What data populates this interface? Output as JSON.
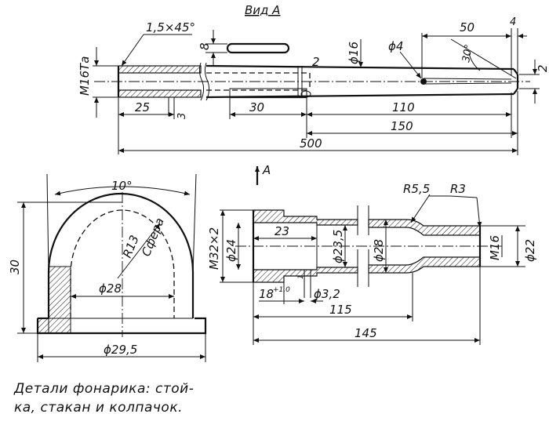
{
  "caption": "Детали фонарика: стой-ка, стакан и колпачок.",
  "caption_lines": [
    "Детали фонарика: стой-",
    "ка, стакан и колпачок."
  ],
  "stand": {
    "view_label": "Вид А",
    "chamfer": "1,5×45°",
    "thread": "М16Та",
    "slot_width": "8",
    "groove": "2",
    "diam_tube": "ϕ16",
    "diam_hole": "ϕ4",
    "dim_top_len": "50",
    "dim_top_small": "4",
    "angle": "30°",
    "dim_tip": "2",
    "dim_25": "25",
    "dim_3": "3",
    "dim_30": "30",
    "dim_110": "110",
    "dim_150": "150",
    "dim_500": "500",
    "arrow_label": "А"
  },
  "cap": {
    "angle": "10°",
    "height": "30",
    "radius": "R13",
    "sphere": "Сфера",
    "diam_inner": "ϕ28",
    "diam_outer": "ϕ29,5"
  },
  "cup": {
    "thread": "М32×2",
    "diam_24": "ϕ24",
    "dim_23": "23",
    "diam_23_5": "ϕ23,5",
    "diam_28": "ϕ28",
    "radius_5_5": "R5,5",
    "radius_3": "R3",
    "thread_m16": "М16",
    "diam_22": "ϕ22",
    "dim_18": "18",
    "tolerance": "+1,0",
    "dim_1": "1",
    "diam_3_2": "ϕ3,2",
    "dim_115": "115",
    "dim_145": "145"
  }
}
